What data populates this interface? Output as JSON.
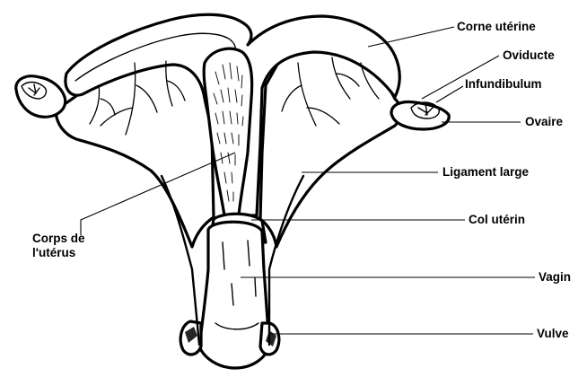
{
  "diagram": {
    "labels": {
      "corne_uterine": "Corne utérine",
      "oviducte": "Oviducte",
      "infundibulum": "Infundibulum",
      "ovaire": "Ovaire",
      "ligament_large": "Ligament large",
      "col_uterin": "Col utérin",
      "vagin": "Vagin",
      "vulve": "Vulve",
      "corps_de_luterus": [
        "Corps de",
        "l'utérus"
      ]
    }
  },
  "colors": {
    "ink": "#000000",
    "background": "#ffffff"
  }
}
